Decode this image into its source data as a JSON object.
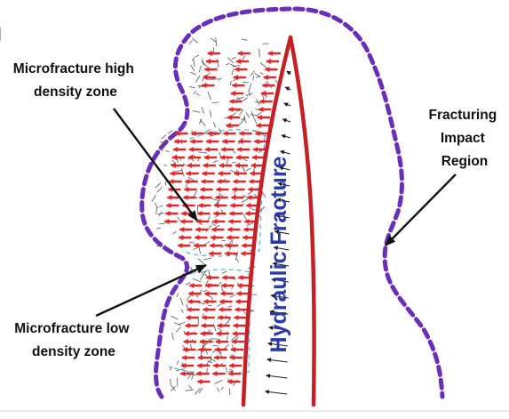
{
  "labels": {
    "high_density": [
      "Microfracture high",
      "density zone"
    ],
    "low_density": [
      "Microfracture low",
      "density zone"
    ],
    "impact_region": [
      "Fracturing",
      "Impact",
      "Region"
    ],
    "hydraulic_fracture": "Hydraulic Fracture"
  },
  "colors": {
    "boundary": "#6a2fb8",
    "fracture": "#c42127",
    "red_arrow": "#e3262a",
    "black_arrow": "#1a1a1a",
    "zone_outline": "#5fb7dd",
    "vertical_text": "#2b3aa6"
  }
}
